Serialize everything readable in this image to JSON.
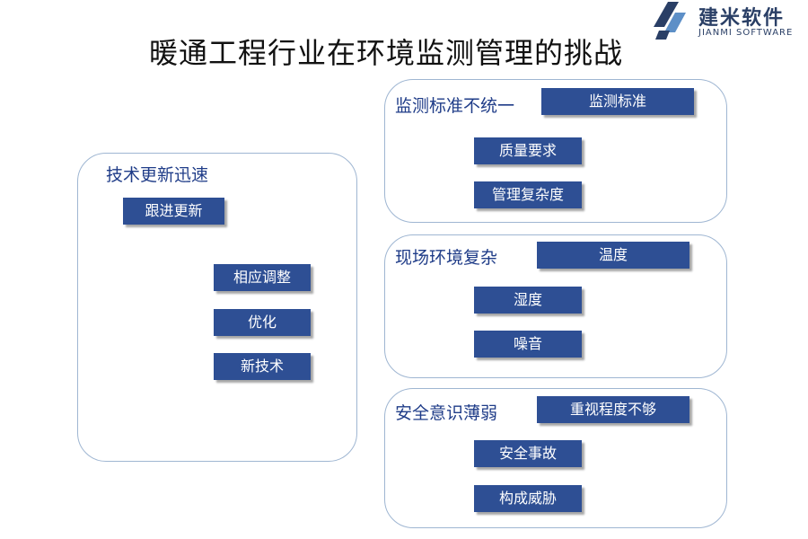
{
  "title": "暖通工程行业在环境监测管理的挑战",
  "logo": {
    "name": "建米软件",
    "subtitle": "JIANMI SOFTWARE"
  },
  "colors": {
    "box": "#2e4f94",
    "panel_border": "#9fb6d2",
    "heading": "#1f3c88",
    "line": "#3a5a9c"
  },
  "panels": [
    {
      "heading": "技术更新迅速",
      "root": "跟进更新",
      "children": [
        "相应调整",
        "优化",
        "新技术"
      ]
    },
    {
      "heading": "监测标准不统一",
      "root": "监测标准",
      "children": [
        "质量要求",
        "管理复杂度"
      ]
    },
    {
      "heading": "现场环境复杂",
      "root": "温度",
      "children": [
        "湿度",
        "噪音"
      ]
    },
    {
      "heading": "安全意识薄弱",
      "root": "重视程度不够",
      "children": [
        "安全事故",
        "构成威胁"
      ]
    }
  ]
}
